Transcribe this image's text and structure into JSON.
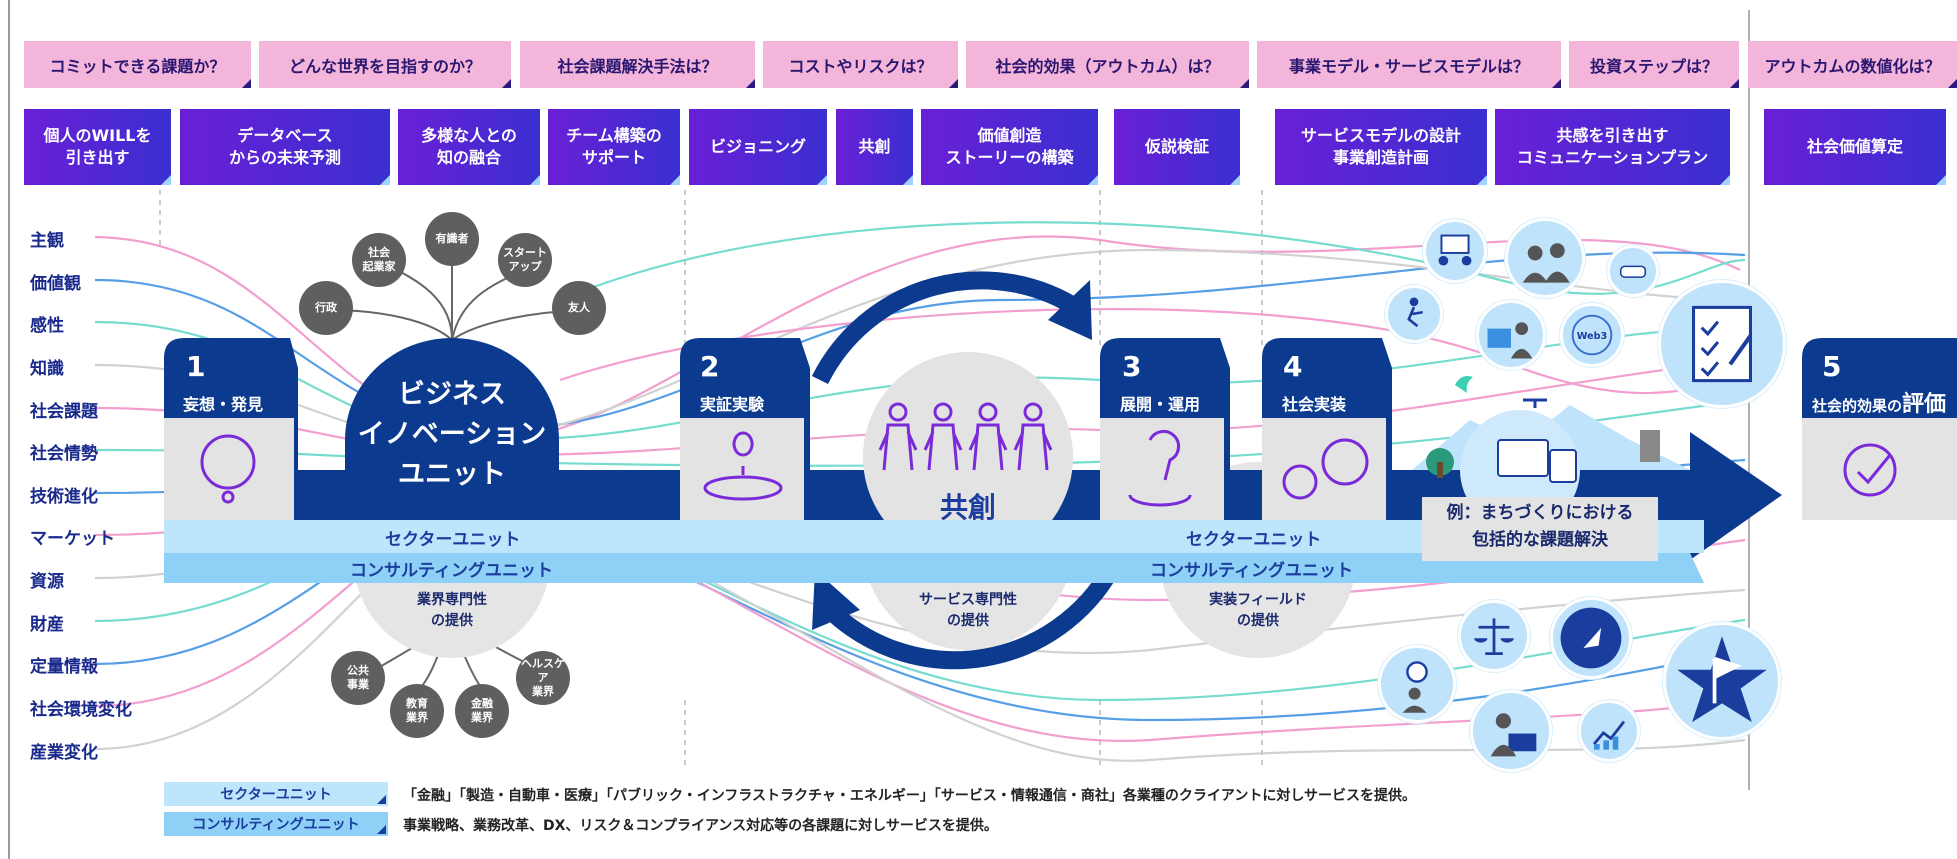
{
  "questions": [
    "コミットできる課題か？",
    "どんな世界を目指すのか？",
    "社会課題解決手法は？",
    "コストやリスクは？",
    "社会的効果（アウトカム）は？",
    "事業モデル・サービスモデルは？",
    "投資ステップは？",
    "アウトカムの数値化は？"
  ],
  "services": [
    "個人のWILLを\n引き出す",
    "データベース\nからの未来予測",
    "多様な人との\n知の融合",
    "チーム構築の\nサポート",
    "ビジョニング",
    "共創",
    "価値創造\nストーリーの構築",
    "仮説検証",
    "サービスモデルの設計\n事業創造計画",
    "共感を引き出す\nコミュニケーションプラン",
    "社会価値算定"
  ],
  "inputs": [
    "主観",
    "価値観",
    "感性",
    "知識",
    "社会課題",
    "社会情勢",
    "技術進化",
    "マーケット",
    "資源",
    "財産",
    "定量情報",
    "社会環境変化",
    "産業変化"
  ],
  "unit": {
    "title_lines": [
      "ビジネス",
      "イノベーション",
      "ユニット"
    ]
  },
  "top_nodes": [
    "社会\n起業家",
    "有識者",
    "スタート\nアップ",
    "行政",
    "友人"
  ],
  "bottom_nodes": [
    "公共\n事業",
    "教育\n業界",
    "金融\n業界",
    "ヘルスケア\n業界"
  ],
  "stages": [
    {
      "num": "1",
      "name": "妄想・発見"
    },
    {
      "num": "2",
      "name": "実証実験"
    },
    {
      "num": "3",
      "name": "展開・運用"
    },
    {
      "num": "4",
      "name": "社会実装"
    },
    {
      "num": "5",
      "name_small": "社会的効果の",
      "name_large": "評価"
    }
  ],
  "cocreation": {
    "label": "共創"
  },
  "bands": {
    "sector_left": "セクターユニット",
    "consulting_left": "コンサルティングユニット",
    "sector_right": "セクターユニット",
    "consulting_right": "コンサルティングユニット"
  },
  "captions": {
    "industry": "業界専門性\nの提供",
    "service": "サービス専門性\nの提供",
    "field": "実装フィールド\nの提供"
  },
  "example": {
    "line1": "例：まちづくりにおける",
    "line2": "包括的な課題解決"
  },
  "illustrations": [
    "office-meeting-icon",
    "business-people-icon",
    "vr-headset-icon",
    "runner-icon",
    "analyst-chart-icon",
    "web3-globe-icon",
    "checklist-growth-icon",
    "lightbulb-person-icon",
    "justice-scales-icon",
    "rocket-icon",
    "star-flag-icon",
    "laptop-worker-icon",
    "growth-chart-icon",
    "city-drone-icon"
  ],
  "web3_label": "Web3",
  "legend": {
    "sector_label": "セクターユニット",
    "sector_desc": "「金融」「製造・自動車・医療」「パブリック・インフラストラクチャ・エネルギー」「サービス・情報通信・商社」各業種のクライアントに対しサービスを提供。",
    "consulting_label": "コンサルティングユニット",
    "consulting_desc": "事業戦略、業務改革、DX、リスク＆コンプライアンス対応等の各課題に対しサービスを提供。"
  },
  "colors": {
    "navy": "#0b3a8f",
    "purple": "#6a1fd6",
    "pink": "#f3b5d9",
    "light_blue": "#bde5fb",
    "mid_blue": "#8fd0f7"
  }
}
